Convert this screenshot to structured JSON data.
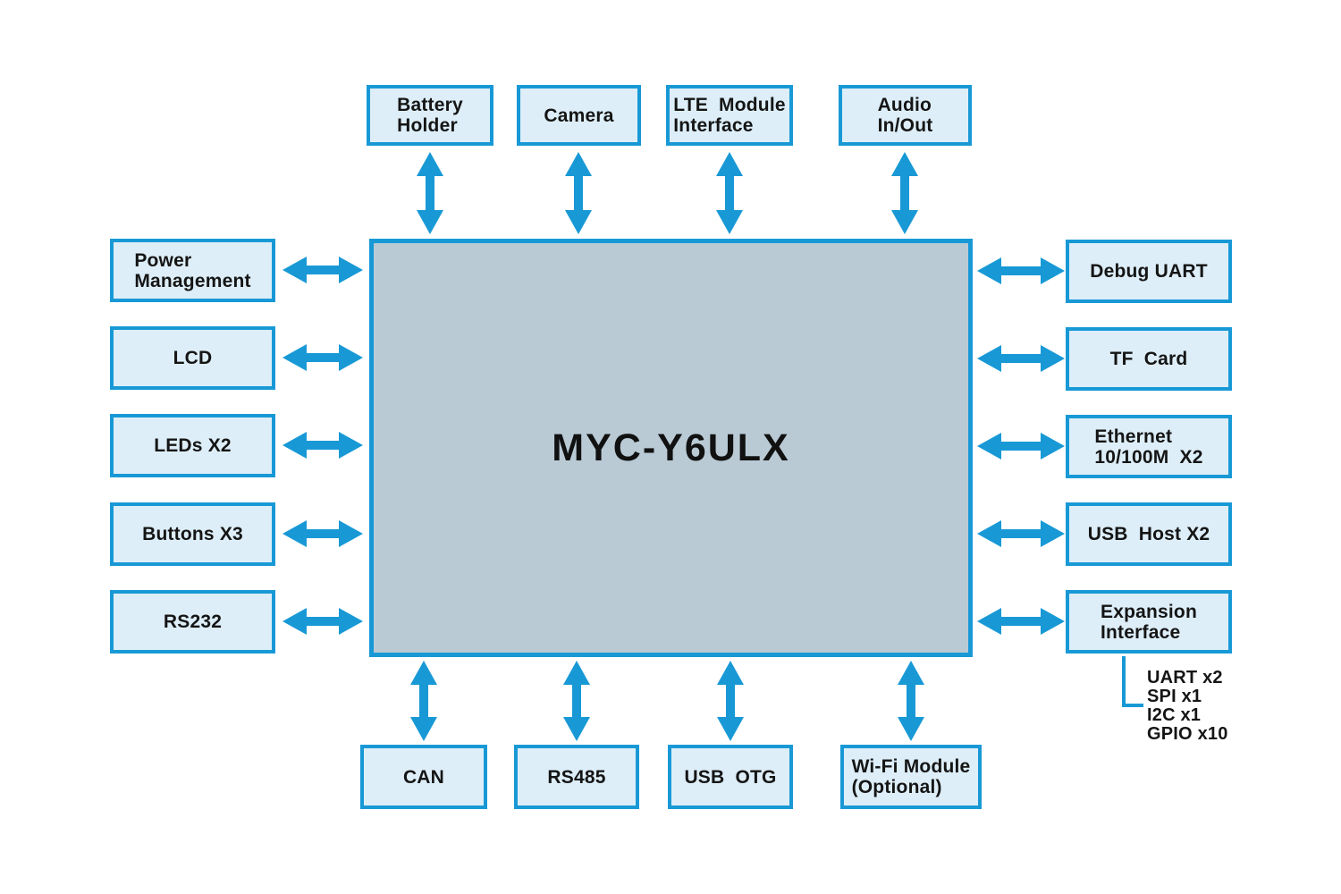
{
  "colors": {
    "accent": "#1899d6",
    "box_fill": "#ddeef8",
    "center_fill": "#b9cad5",
    "text": "#151515"
  },
  "center": {
    "title": "MYC-Y6ULX"
  },
  "top": [
    {
      "label": "Battery\nHolder"
    },
    {
      "label": "Camera"
    },
    {
      "label": "LTE  Module\nInterface"
    },
    {
      "label": "Audio\nIn/Out"
    }
  ],
  "left": [
    {
      "label": "Power\nManagement"
    },
    {
      "label": "LCD"
    },
    {
      "label": "LEDs X2"
    },
    {
      "label": "Buttons X3"
    },
    {
      "label": "RS232"
    }
  ],
  "right": [
    {
      "label": "Debug UART"
    },
    {
      "label": "TF  Card"
    },
    {
      "label": "Ethernet\n10/100M  X2"
    },
    {
      "label": "USB  Host X2"
    },
    {
      "label": "Expansion\nInterface"
    }
  ],
  "bottom": [
    {
      "label": "CAN"
    },
    {
      "label": "RS485"
    },
    {
      "label": "USB  OTG"
    },
    {
      "label": "Wi-Fi Module\n(Optional)"
    }
  ],
  "expansion_details": {
    "text": "UART x2\nSPI x1\nI2C x1\nGPIO x10"
  }
}
